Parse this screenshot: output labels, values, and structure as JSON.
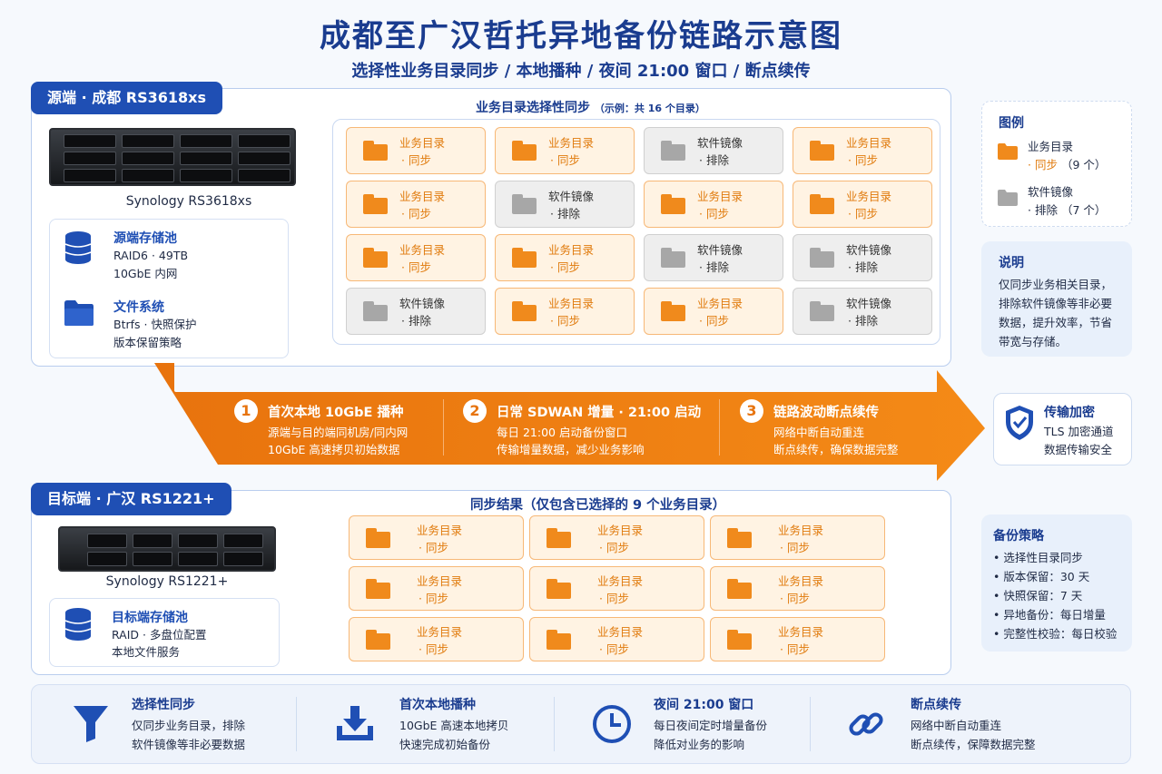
{
  "title": "成都至广汉哲托异地备份链路示意图",
  "subtitle": "选择性业务目录同步 / 本地播种 / 夜间 21:00 窗口 / 断点续传",
  "source": {
    "tag": "源端 · 成都 RS3618xs",
    "model": "Synology RS3618xs",
    "pool_title": "源端存储池",
    "pool_line1": "RAID6 · 49TB",
    "pool_line2": "10GbE 内网",
    "fs_title": "文件系统",
    "fs_line1": "Btrfs · 快照保护",
    "fs_line2": "版本保留策略",
    "grid_title": "业务目录选择性同步",
    "grid_note": "（示例：共 16 个目录）"
  },
  "tiles": {
    "sync_l1": "业务目录",
    "sync_l2": "· 同步",
    "excl_l1": "软件镜像",
    "excl_l2": "· 排除",
    "pattern": [
      "sync",
      "sync",
      "excl",
      "sync",
      "sync",
      "excl",
      "sync",
      "sync",
      "sync",
      "sync",
      "excl",
      "excl",
      "excl",
      "sync",
      "sync",
      "excl"
    ]
  },
  "steps": [
    {
      "num": "1",
      "title": "首次本地 10GbE 播种",
      "line1": "源端与目的端同机房/同内网",
      "line2": "10GbE 高速拷贝初始数据"
    },
    {
      "num": "2",
      "title": "日常 SDWAN 增量 · 21:00 启动",
      "line1": "每日 21:00 启动备份窗口",
      "line2": "传输增量数据，减少业务影响"
    },
    {
      "num": "3",
      "title": "链路波动断点续传",
      "line1": "网络中断自动重连",
      "line2": "断点续传，确保数据完整"
    }
  ],
  "target": {
    "tag": "目标端 · 广汉 RS1221+",
    "model": "Synology RS1221+",
    "pool_title": "目标端存储池",
    "pool_line1": "RAID · 多盘位配置",
    "pool_line2": "本地文件服务",
    "result_title": "同步结果（仅包含已选择的 9 个业务目录）",
    "result_count": 9
  },
  "legend": {
    "title": "图例",
    "sync_l1": "业务目录",
    "sync_l2": "· 同步",
    "sync_count": "（9 个）",
    "excl_l1": "软件镜像",
    "excl_l2": "· 排除",
    "excl_count": "（7 个）"
  },
  "notes": {
    "title": "说明",
    "lines": [
      "仅同步业务相关目录，",
      "排除软件镜像等非必要",
      "数据，提升效率，节省",
      "带宽与存储。"
    ]
  },
  "encryption": {
    "title": "传输加密",
    "line1": "TLS 加密通道",
    "line2": "数据传输安全"
  },
  "policy": {
    "title": "备份策略",
    "items": [
      "• 选择性目录同步",
      "• 版本保留：30 天",
      "• 快照保留：7 天",
      "• 异地备份：每日增量",
      "• 完整性校验：每日校验"
    ]
  },
  "features": [
    {
      "icon": "funnel-icon",
      "title": "选择性同步",
      "line1": "仅同步业务目录，排除",
      "line2": "软件镜像等非必要数据"
    },
    {
      "icon": "download-icon",
      "title": "首次本地播种",
      "line1": "10GbE 高速本地拷贝",
      "line2": "快速完成初始备份"
    },
    {
      "icon": "clock-icon",
      "title": "夜间 21:00 窗口",
      "line1": "每日夜间定时增量备份",
      "line2": "降低对业务的影响"
    },
    {
      "icon": "link-icon",
      "title": "断点续传",
      "line1": "网络中断自动重连",
      "line2": "断点续传，保障数据完整"
    }
  ],
  "colors": {
    "brand_blue": "#1f4fb4",
    "accent_orange": "#f08a1c",
    "excluded_gray": "#a7a7a7"
  }
}
